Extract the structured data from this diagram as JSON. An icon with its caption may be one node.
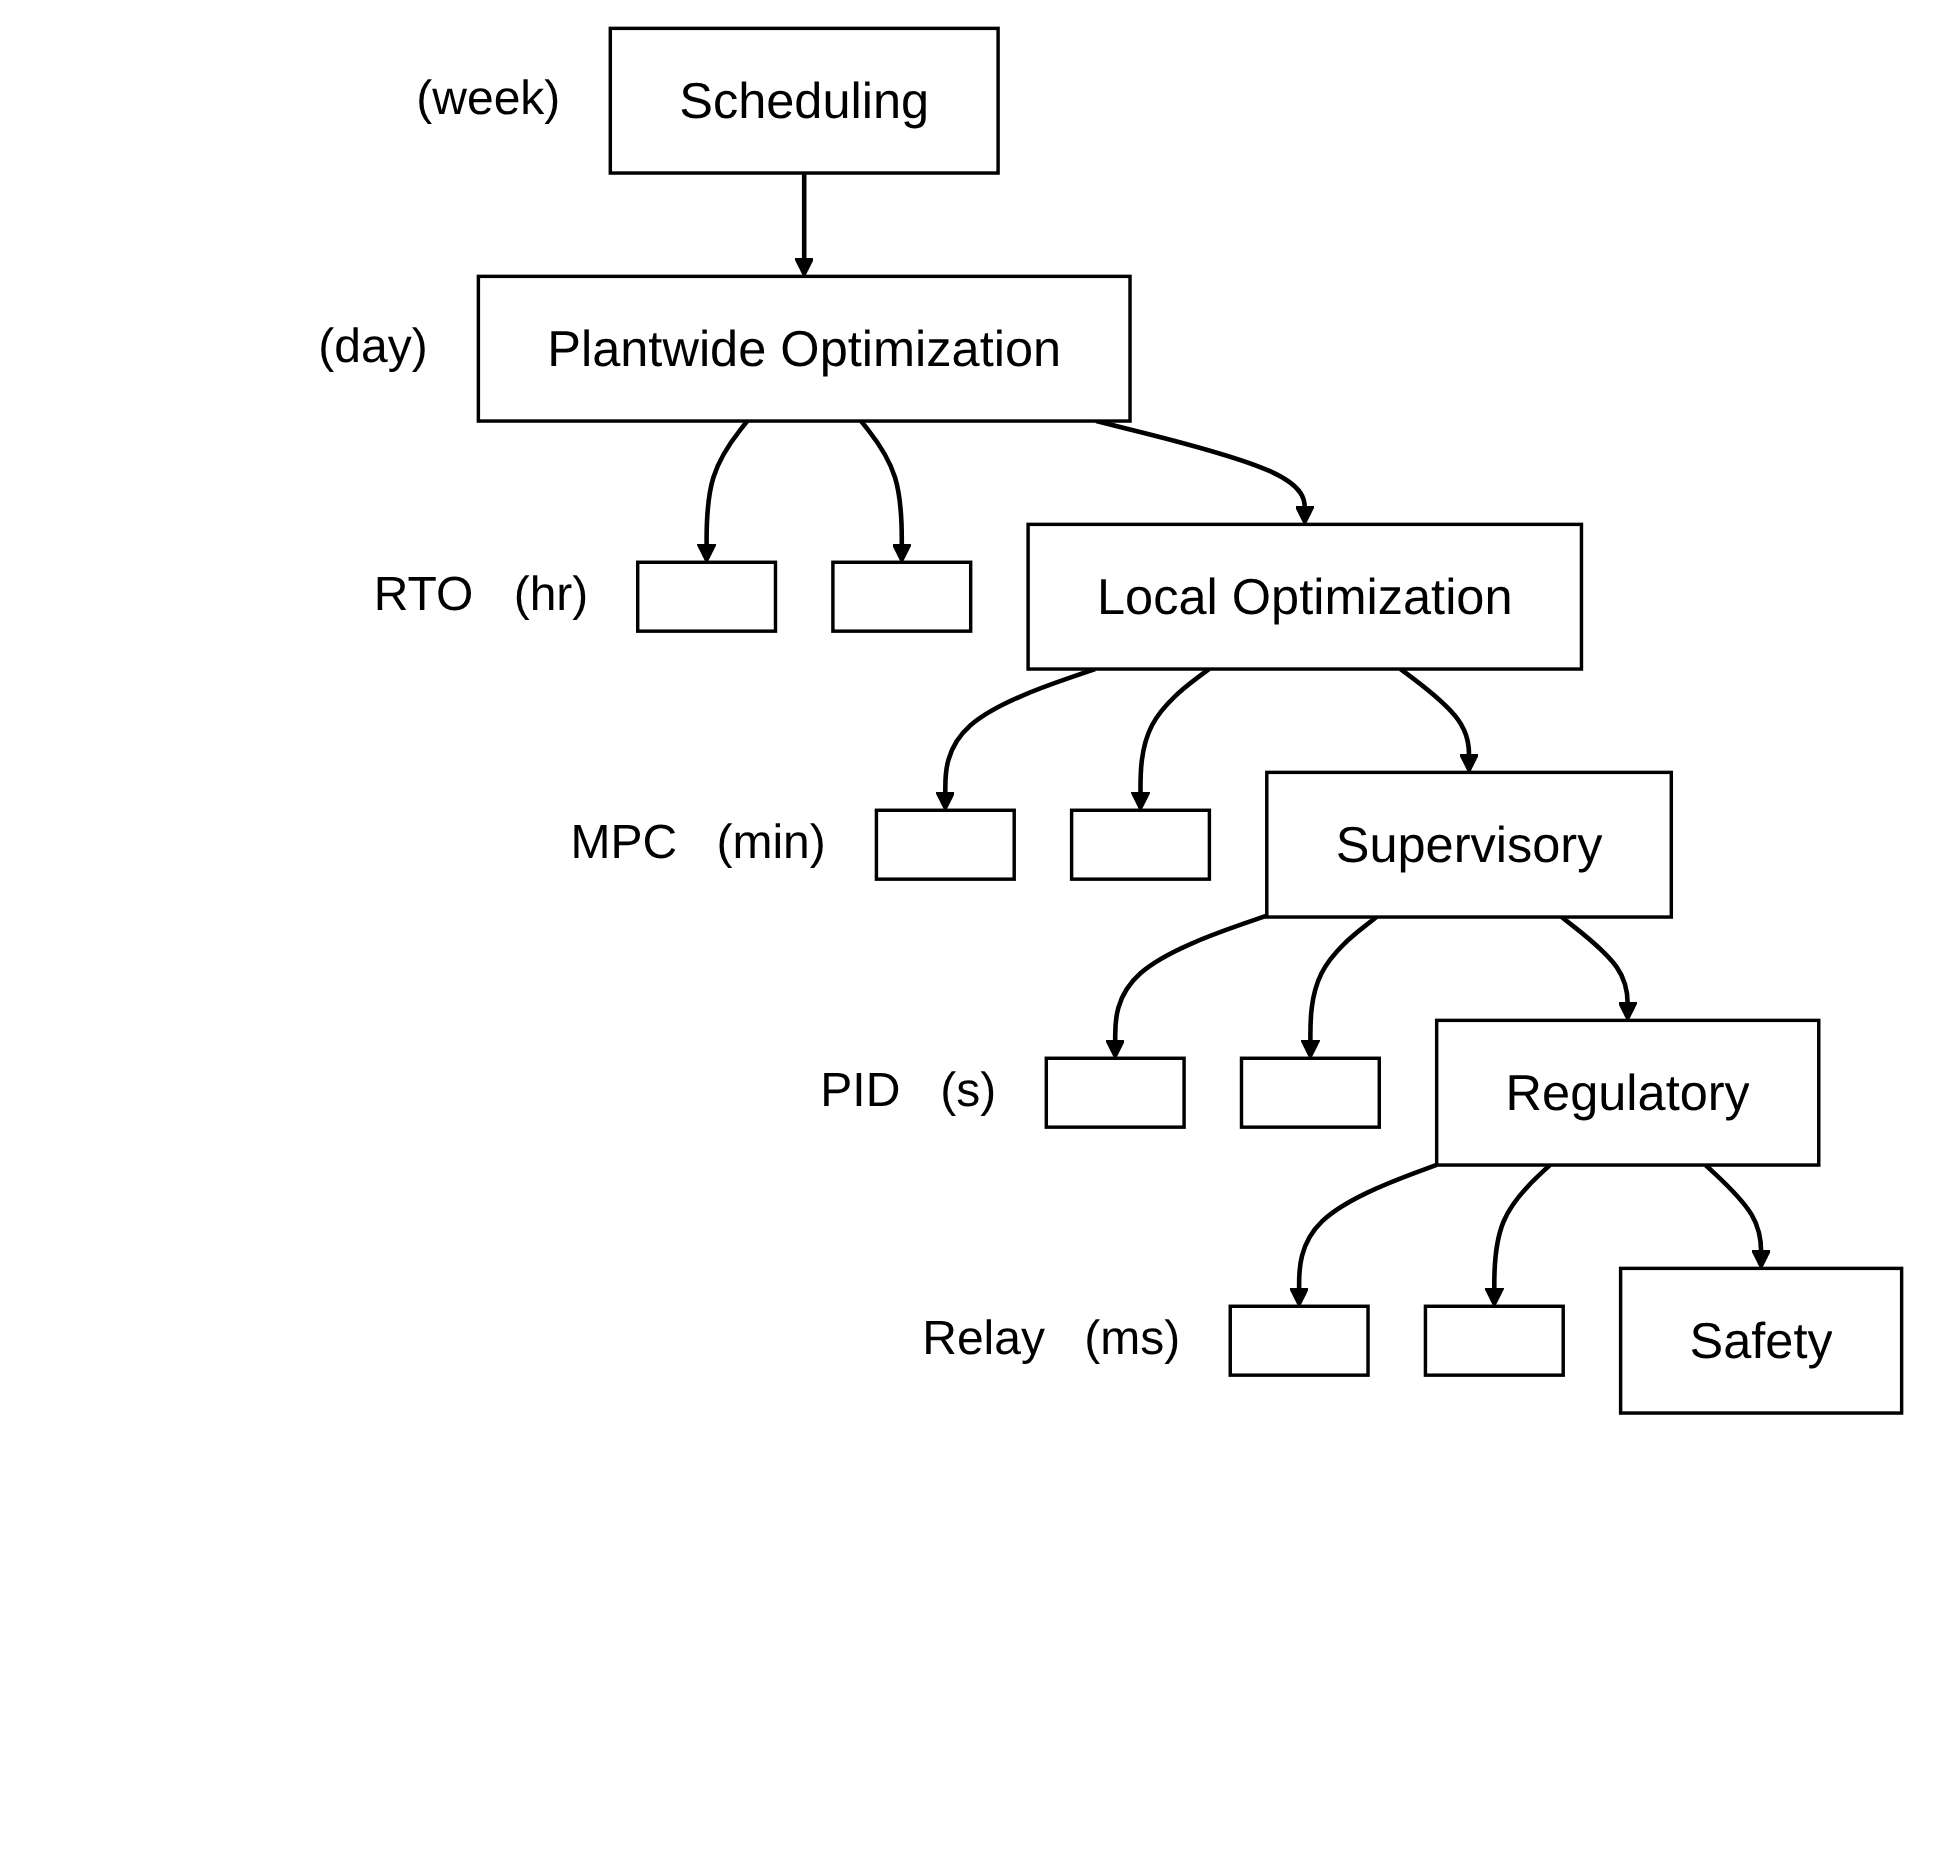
{
  "diagram": {
    "nodes": [
      {
        "text": [
          "Scheduling"
        ],
        "beside": [
          "(week)"
        ]
      },
      {
        "text": [
          "Plantwide Optimization"
        ],
        "beside": [
          "(day)"
        ]
      },
      {
        "text": [],
        "shape": "box"
      },
      {
        "text": [],
        "shape": "box"
      },
      {
        "text": [
          "Local Optimization"
        ],
        "beside": [
          "RTO",
          "(hr)"
        ]
      },
      {
        "text": [],
        "shape": "box"
      },
      {
        "text": [],
        "shape": "box"
      },
      {
        "text": [
          "Supervisory"
        ],
        "beside": [
          "MPC",
          "(min)"
        ]
      },
      {
        "text": [],
        "shape": "box"
      },
      {
        "text": [],
        "shape": "box"
      },
      {
        "text": [
          "Regulatory"
        ],
        "beside": [
          "PID",
          "(s)"
        ]
      },
      {
        "text": [],
        "shape": "box"
      },
      {
        "text": [],
        "shape": "box"
      },
      {
        "text": [
          "Safety"
        ],
        "beside": [
          "Relay",
          "(ms)"
        ]
      }
    ],
    "edges": [
      {
        "from": 0,
        "to": 1,
        "arrow": "to"
      },
      {
        "from": 1,
        "to": 2,
        "arrow": "to"
      },
      {
        "from": 1,
        "to": 3,
        "arrow": "to"
      },
      {
        "from": 1,
        "to": 4,
        "arrow": "to"
      },
      {
        "from": 4,
        "to": 5,
        "arrow": "to"
      },
      {
        "from": 4,
        "to": 6,
        "arrow": "to"
      },
      {
        "from": 4,
        "to": 7,
        "arrow": "to"
      },
      {
        "from": 7,
        "to": 8,
        "arrow": "to"
      },
      {
        "from": 7,
        "to": 9,
        "arrow": "to"
      },
      {
        "from": 7,
        "to": 10,
        "arrow": "to"
      },
      {
        "from": 10,
        "to": 11,
        "arrow": "to"
      },
      {
        "from": 10,
        "to": 12,
        "arrow": "to"
      },
      {
        "from": 10,
        "to": 13,
        "arrow": "to"
      }
    ]
  }
}
